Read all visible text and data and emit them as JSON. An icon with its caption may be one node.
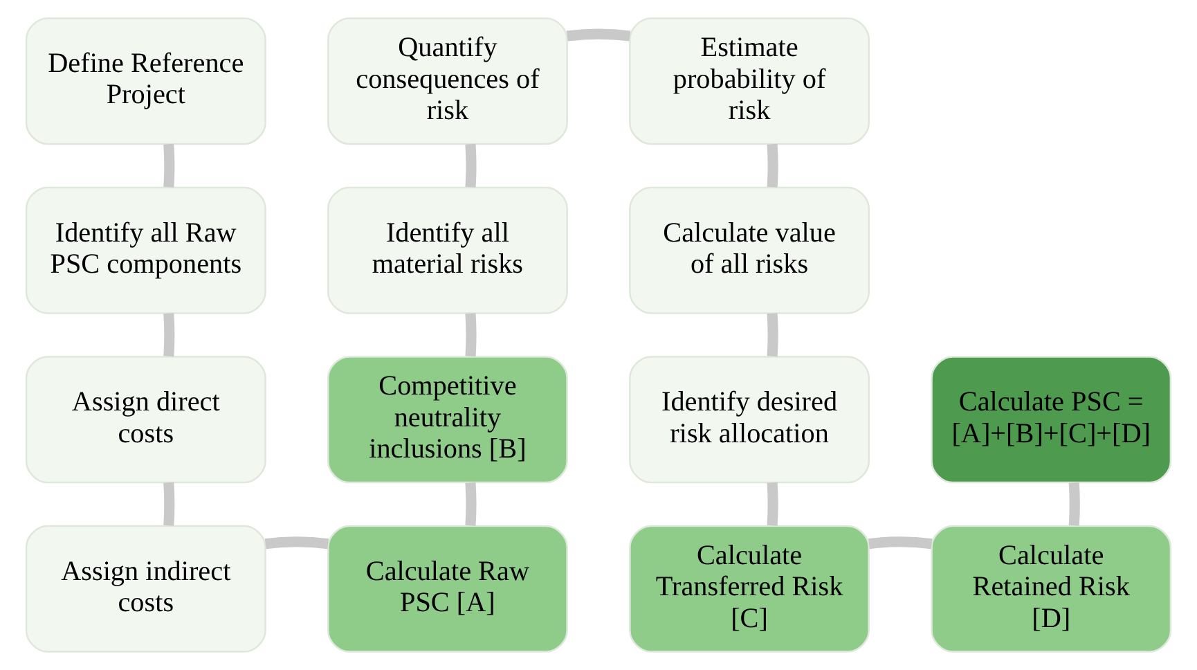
{
  "diagram": {
    "nodes": [
      {
        "text": [
          "Define Reference Project"
        ]
      },
      {
        "text": [
          "Quantify consequences of risk"
        ]
      },
      {
        "text": [
          "Estimate probability of risk"
        ]
      },
      {
        "text": [
          "Identify all Raw PSC components"
        ]
      },
      {
        "text": [
          "Identify all material risks"
        ]
      },
      {
        "text": [
          "Calculate value of all risks"
        ]
      },
      {
        "text": [
          "Assign direct costs"
        ]
      },
      {
        "text": [
          "Competitive neutrality inclusions [B]"
        ]
      },
      {
        "text": [
          "Identify desired risk allocation"
        ]
      },
      {
        "text": [
          "Calculate PSC = [A]+[B]+[C]+[D]"
        ]
      },
      {
        "text": [
          "Assign indirect costs"
        ]
      },
      {
        "text": [
          "Calculate Raw PSC [A]"
        ]
      },
      {
        "text": [
          "Calculate Transferred Risk [C]"
        ]
      },
      {
        "text": [
          "Calculate Retained Risk [D]"
        ]
      }
    ],
    "edges": [
      {
        "from": 0,
        "to": 3,
        "arrow": "none"
      },
      {
        "from": 3,
        "to": 6,
        "arrow": "none"
      },
      {
        "from": 6,
        "to": 10,
        "arrow": "none"
      },
      {
        "from": 10,
        "to": 11,
        "arrow": "none"
      },
      {
        "from": 11,
        "to": 7,
        "arrow": "none"
      },
      {
        "from": 7,
        "to": 4,
        "arrow": "none"
      },
      {
        "from": 4,
        "to": 1,
        "arrow": "none"
      },
      {
        "from": 1,
        "to": 2,
        "arrow": "none"
      },
      {
        "from": 2,
        "to": 5,
        "arrow": "none"
      },
      {
        "from": 5,
        "to": 8,
        "arrow": "none"
      },
      {
        "from": 8,
        "to": 12,
        "arrow": "none"
      },
      {
        "from": 12,
        "to": 13,
        "arrow": "none"
      },
      {
        "from": 13,
        "to": 9,
        "arrow": "none"
      }
    ]
  }
}
